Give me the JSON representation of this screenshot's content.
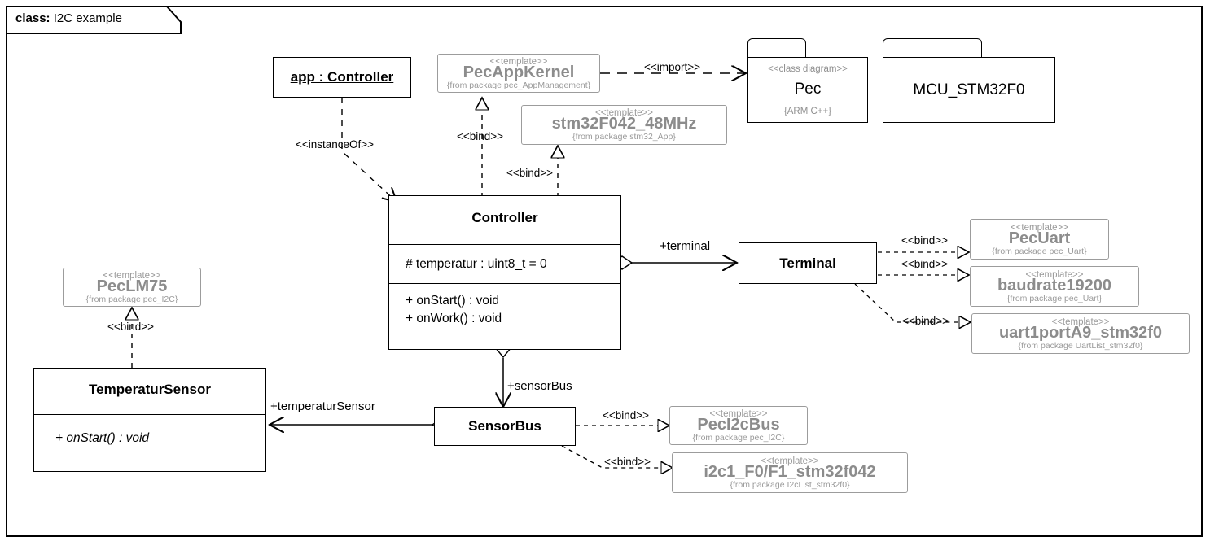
{
  "frame": {
    "label_prefix": "class:",
    "label_name": "I2C example"
  },
  "instances": [
    {
      "name": "app : Controller"
    }
  ],
  "classes": {
    "controller": {
      "name": "Controller",
      "attributes": [
        "# temperatur : uint8_t = 0"
      ],
      "operations": [
        "+ onStart() : void",
        "+ onWork() : void"
      ]
    },
    "terminal": {
      "name": "Terminal"
    },
    "sensor_bus": {
      "name": "SensorBus"
    },
    "temperatur_sensor": {
      "name": "TemperaturSensor",
      "attributes": [],
      "operations": [
        "+ onStart() : void"
      ]
    }
  },
  "templates": [
    {
      "id": "pec_app_kernel",
      "stereotype": "<<template>>",
      "name": "PecAppKernel",
      "from": "{from package pec_AppManagement}"
    },
    {
      "id": "stm32f042",
      "stereotype": "<<template>>",
      "name": "stm32F042_48MHz",
      "from": "{from package stm32_App}"
    },
    {
      "id": "pec_lm75",
      "stereotype": "<<template>>",
      "name": "PecLM75",
      "from": "{from package pec_I2C}"
    },
    {
      "id": "pec_uart",
      "stereotype": "<<template>>",
      "name": "PecUart",
      "from": "{from package pec_Uart}"
    },
    {
      "id": "baudrate",
      "stereotype": "<<template>>",
      "name": "baudrate19200",
      "from": "{from package pec_Uart}"
    },
    {
      "id": "uart1port",
      "stereotype": "<<template>>",
      "name": "uart1portA9_stm32f0",
      "from": "{from package UartList_stm32f0}"
    },
    {
      "id": "pec_i2c_bus",
      "stereotype": "<<template>>",
      "name": "PecI2cBus",
      "from": "{from package pec_I2C}"
    },
    {
      "id": "i2c1",
      "stereotype": "<<template>>",
      "name": "i2c1_F0/F1_stm32f042",
      "from": "{from package I2cList_stm32f0}"
    }
  ],
  "packages": [
    {
      "id": "pec",
      "stereotype": "<<class diagram>>",
      "name": "Pec",
      "note": "{ARM C++}"
    },
    {
      "id": "mcu",
      "stereotype": "",
      "name": "MCU_STM32F0",
      "note": ""
    }
  ],
  "edge_labels": {
    "instance_of": "<<instanceOf>>",
    "import": "<<import>>",
    "bind_kernel": "<<bind>>",
    "bind_stm32": "<<bind>>",
    "bind_lm75": "<<bind>>",
    "bind_uart": "<<bind>>",
    "bind_baudrate": "<<bind>>",
    "bind_uart1port": "<<bind>>",
    "bind_i2cbus": "<<bind>>",
    "bind_i2c1": "<<bind>>",
    "role_terminal": "+terminal",
    "role_sensor_bus": "+sensorBus",
    "role_temperatur_sensor": "+temperaturSensor"
  },
  "colors": {
    "line": "#000000",
    "template_border": "#9c9c9c",
    "template_text": "#8c8c8c",
    "background": "#ffffff"
  }
}
